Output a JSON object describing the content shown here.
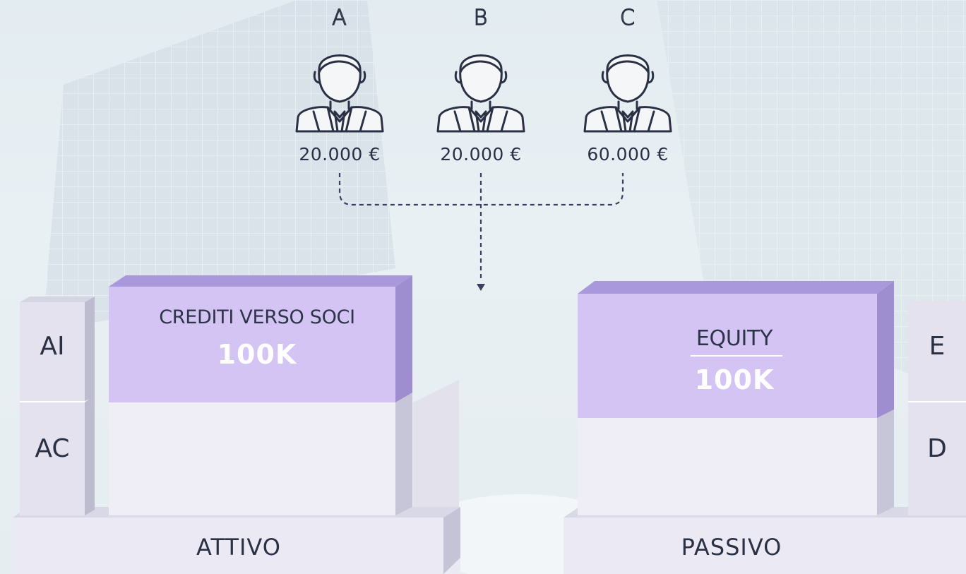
{
  "contributors": [
    {
      "letter": "A",
      "amount": "20.000 €"
    },
    {
      "letter": "B",
      "amount": "20.000 €"
    },
    {
      "letter": "C",
      "amount": "60.000 €"
    }
  ],
  "attivo": {
    "base_label": "ATTIVO",
    "stack_labels": [
      "AI",
      "AC"
    ],
    "block_title": "CREDITI VERSO SOCI",
    "block_value": "100K"
  },
  "passivo": {
    "base_label": "PASSIVO",
    "stack_labels": [
      "E",
      "D"
    ],
    "block_title": "EQUITY",
    "block_value": "100K"
  },
  "colors": {
    "text": "#2b3145",
    "purple_front": "#d4c4f4",
    "purple_side": "#9e8ed0",
    "purple_top": "#a999dc",
    "block_front": "#ebeaf4",
    "block_side": "#c5c4d6",
    "connector": "#3a4060"
  }
}
